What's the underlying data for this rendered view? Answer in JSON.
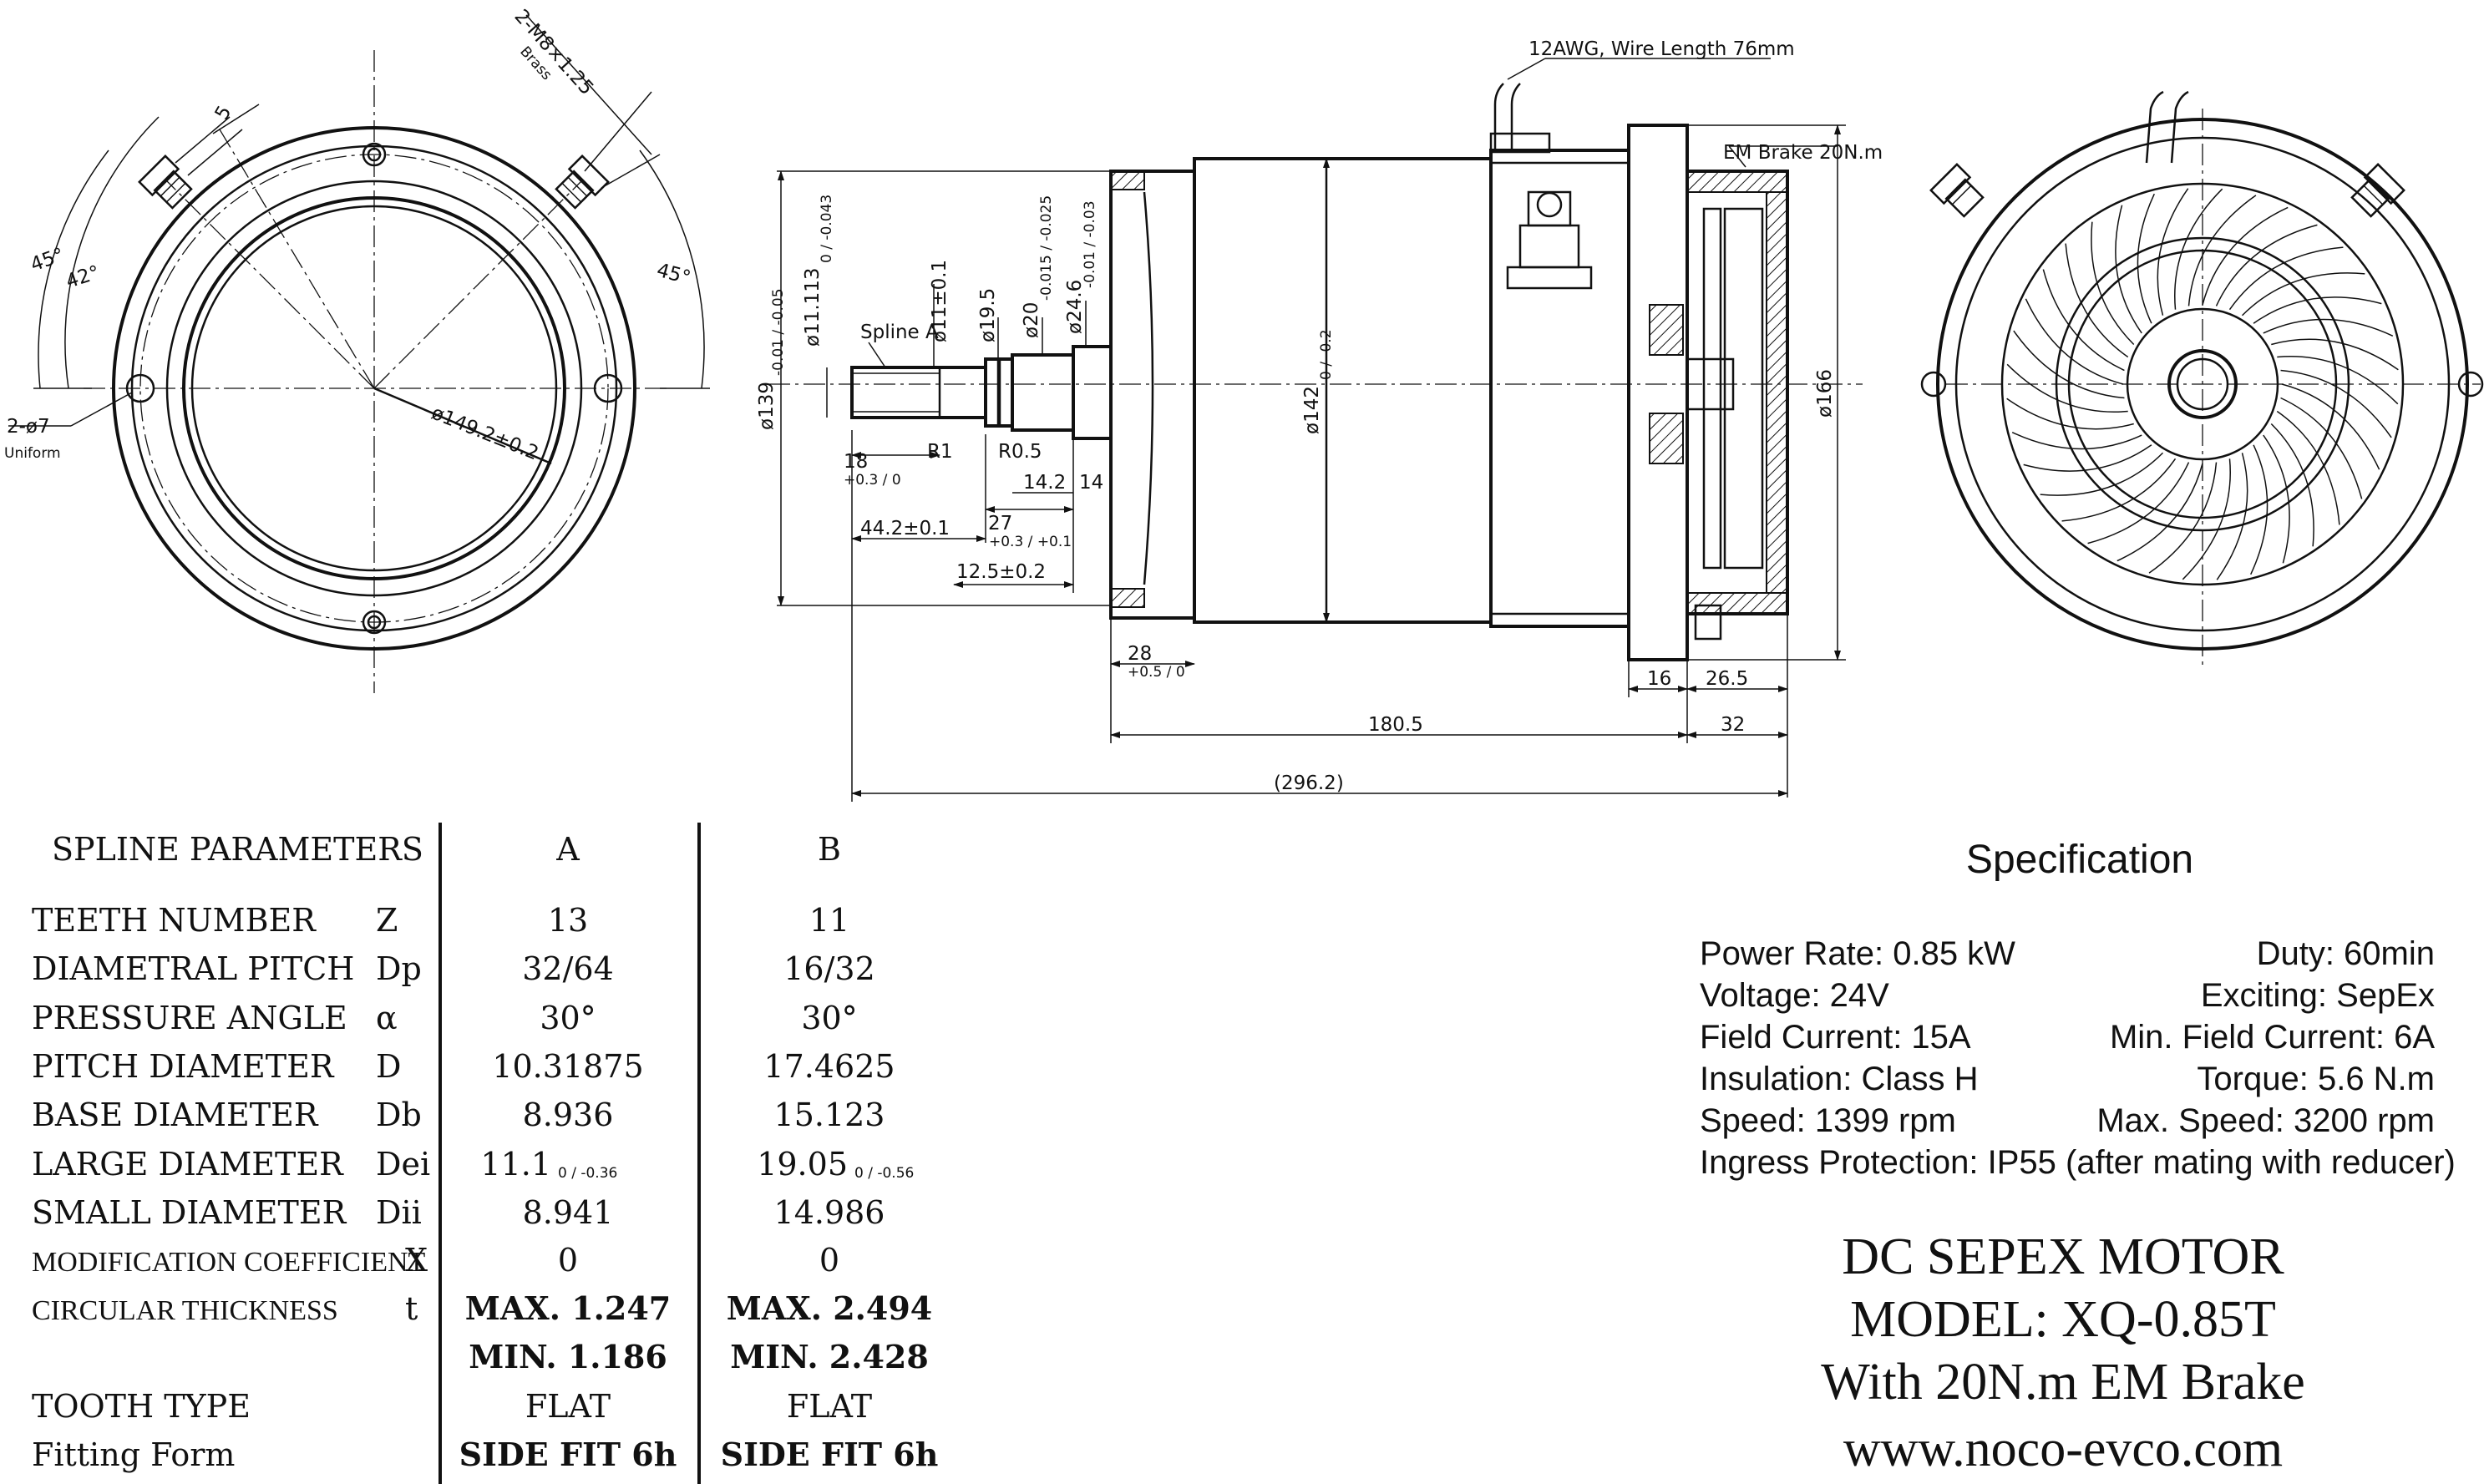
{
  "drawing": {
    "front_view": {
      "bolt_label": "2-M8×1.25",
      "bolt_material": "Brass",
      "slot_width": "5",
      "angle_left": "45°",
      "angle_inner": "42°",
      "angle_right": "45°",
      "hole_label": "2-ø7",
      "hole_label_2": "Uniform",
      "pcd": "ø149.2±0.2"
    },
    "side_view": {
      "wire_label": "12AWG, Wire Length 76mm",
      "brake_label": "EM Brake 20N.m",
      "spline_label": "Spline A",
      "d_spline": "ø11.113",
      "d_spline_tol": "0 / -0.043",
      "d_11": "ø11±0.1",
      "d_19": "ø19.5",
      "d_20": "ø20",
      "d_20_tol": "-0.015 / -0.025",
      "d_24": "ø24.6",
      "d_24_tol": "-0.01 / -0.03",
      "d_139": "ø139",
      "d_139_tol": "-0.01 / -0.05",
      "d_142": "ø142",
      "d_142_tol": "0 / -0.2",
      "d_166": "ø166",
      "len_18": "18",
      "len_18_tol": "+0.3 / 0",
      "r1": "R1",
      "r05": "R0.5",
      "len_14_2": "14.2",
      "len_14": "14",
      "len_44": "44.2±0.1",
      "len_27": "27",
      "len_27_tol": "+0.3 / +0.1",
      "len_12_5": "12.5±0.2",
      "len_28": "28",
      "len_28_tol": "+0.5 / 0",
      "len_16": "16",
      "len_26_5": "26.5",
      "len_180_5": "180.5",
      "len_32": "32",
      "len_296": "(296.2)"
    }
  },
  "spline_table": {
    "header": {
      "title": "SPLINE PARAMETERS",
      "col_a": "A",
      "col_b": "B"
    },
    "rows": [
      {
        "label": "TEETH NUMBER",
        "sym": "Z",
        "a": "13",
        "b": "11"
      },
      {
        "label": "DIAMETRAL PITCH",
        "sym": "Dp",
        "a": "32/64",
        "b": "16/32"
      },
      {
        "label": "PRESSURE ANGLE",
        "sym": "α",
        "a": "30°",
        "b": "30°"
      },
      {
        "label": "PITCH DIAMETER",
        "sym": "D",
        "a": "10.31875",
        "b": "17.4625"
      },
      {
        "label": "BASE DIAMETER",
        "sym": "Db",
        "a": "8.936",
        "b": "15.123"
      },
      {
        "label": "LARGE DIAMETER",
        "sym": "Dei",
        "a": "11.1",
        "a_tol": "0 / -0.36",
        "b": "19.05",
        "b_tol": "0 / -0.56"
      },
      {
        "label": "SMALL DIAMETER",
        "sym": "Dii",
        "a": "8.941",
        "b": "14.986"
      },
      {
        "label": "MODIFICATION COEFFICIENT",
        "sym": "X",
        "a": "0",
        "b": "0"
      },
      {
        "label": "CIRCULAR THICKNESS",
        "sym": "t",
        "a": "MAX. 1.247",
        "b": "MAX. 2.494"
      },
      {
        "label": "",
        "sym": "",
        "a": "MIN. 1.186",
        "b": "MIN. 2.428"
      },
      {
        "label": "TOOTH TYPE",
        "sym": "",
        "a": "FLAT",
        "b": "FLAT"
      },
      {
        "label": "Fitting Form",
        "sym": "",
        "a": "SIDE FIT 6h",
        "b": "SIDE FIT 6h"
      }
    ]
  },
  "specification": {
    "title": "Specification",
    "power": "Power Rate: 0.85 kW",
    "duty": "Duty: 60min",
    "voltage": "Voltage: 24V",
    "exciting": "Exciting: SepEx",
    "field_current": "Field Current: 15A",
    "min_field_current": "Min. Field Current: 6A",
    "insulation": "Insulation: Class H",
    "torque": "Torque: 5.6 N.m",
    "speed": "Speed: 1399 rpm",
    "max_speed": "Max. Speed: 3200 rpm",
    "ingress": "Ingress Protection: IP55 (after mating with reducer)"
  },
  "model": {
    "line1": "DC SEPEX MOTOR",
    "line2": "MODEL: XQ-0.85T",
    "line3": "With 20N.m EM Brake",
    "website": "www.noco-evco.com"
  }
}
